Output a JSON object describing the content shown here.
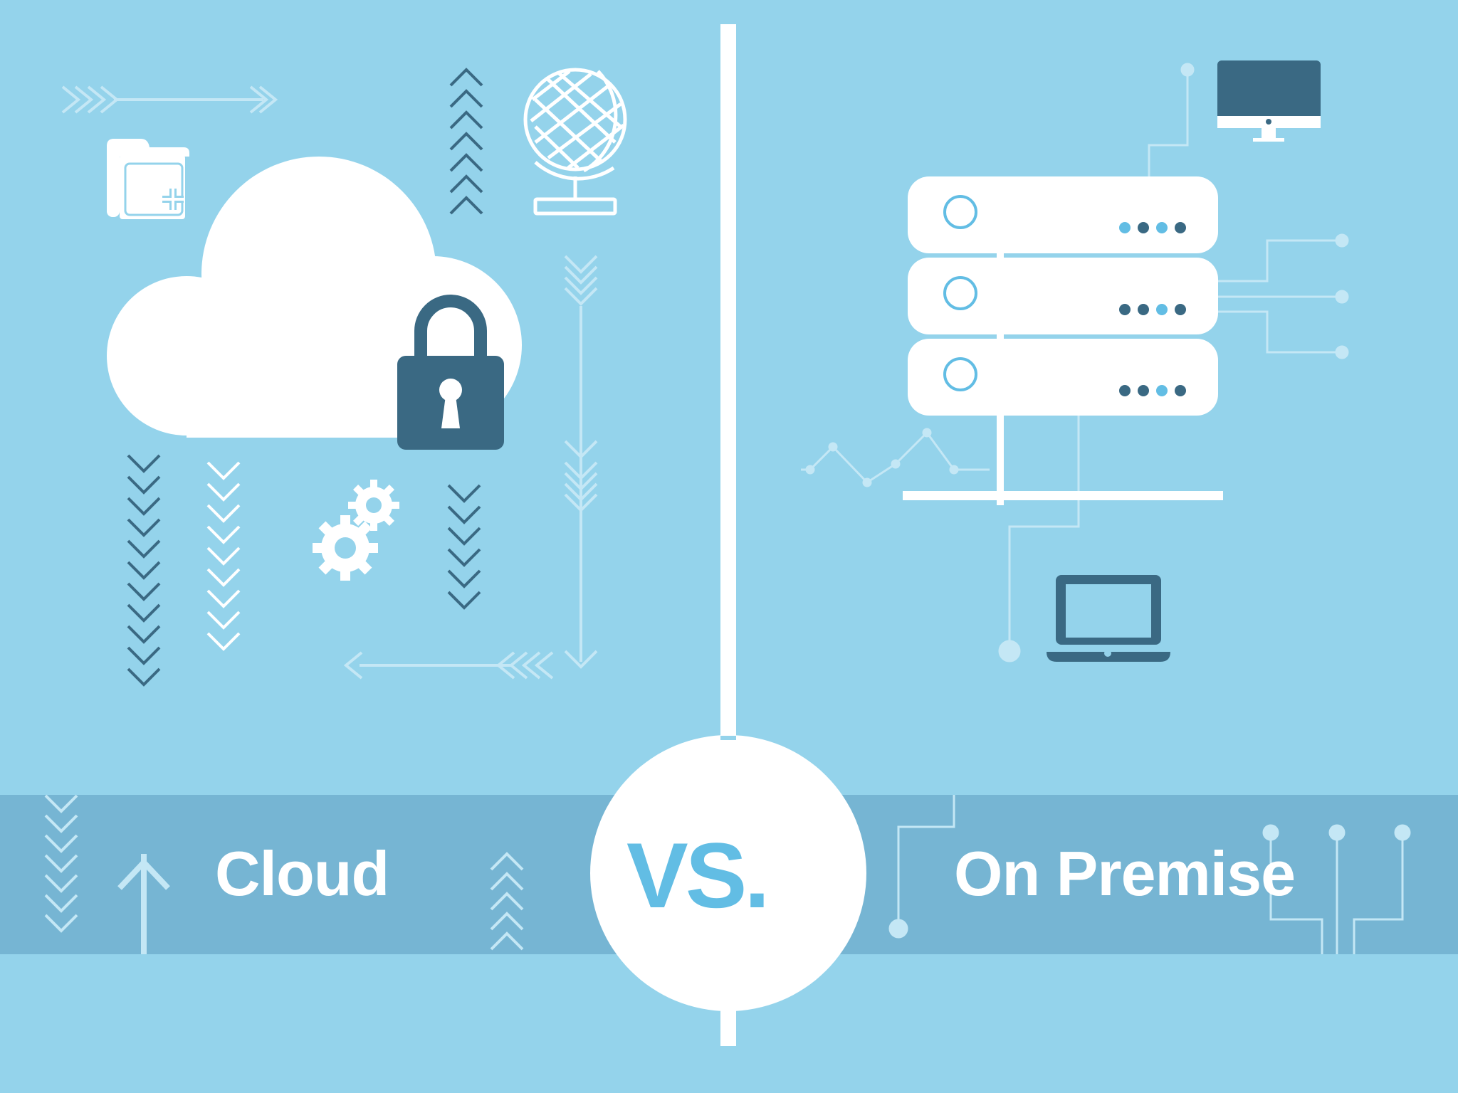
{
  "labels": {
    "left": "Cloud",
    "center": "VS.",
    "right": "On Premise"
  },
  "colors": {
    "background": "#94d3eb",
    "band": "#76b5d3",
    "white": "#ffffff",
    "dark_accent": "#3a6983",
    "light_accent": "#62bde4",
    "faint_line": "#c4e7f5"
  },
  "icons": [
    "cloud-icon",
    "padlock-icon",
    "folder-add-icon",
    "globe-icon",
    "gears-icon",
    "server-rack-icon",
    "monitor-icon",
    "laptop-icon",
    "line-graph-icon",
    "chevron-arrows-icon",
    "up-arrow-icon"
  ]
}
